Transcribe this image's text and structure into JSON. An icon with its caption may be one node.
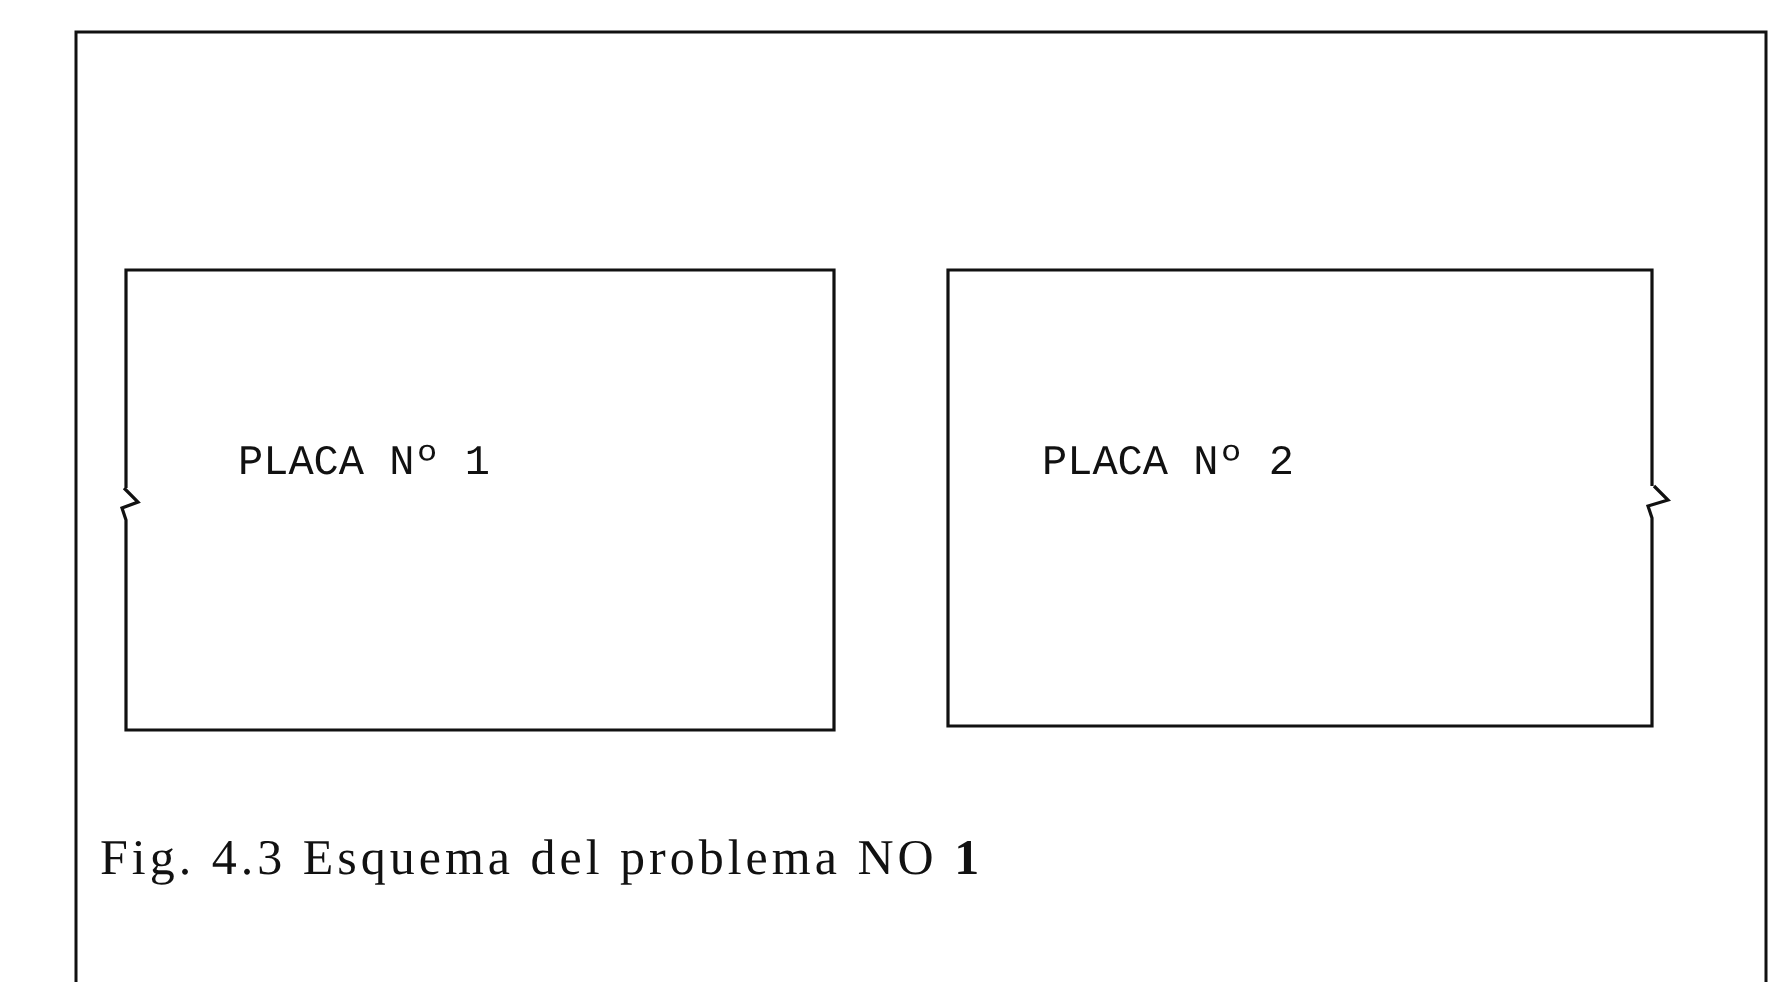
{
  "diagram": {
    "caption": "Fig. 4.3 Esquema del problema NO **1**",
    "nodes": [
      {
        "text": [
          "PLACA Nº 1"
        ]
      },
      {
        "text": [
          "PLACA Nº 2"
        ]
      }
    ]
  }
}
